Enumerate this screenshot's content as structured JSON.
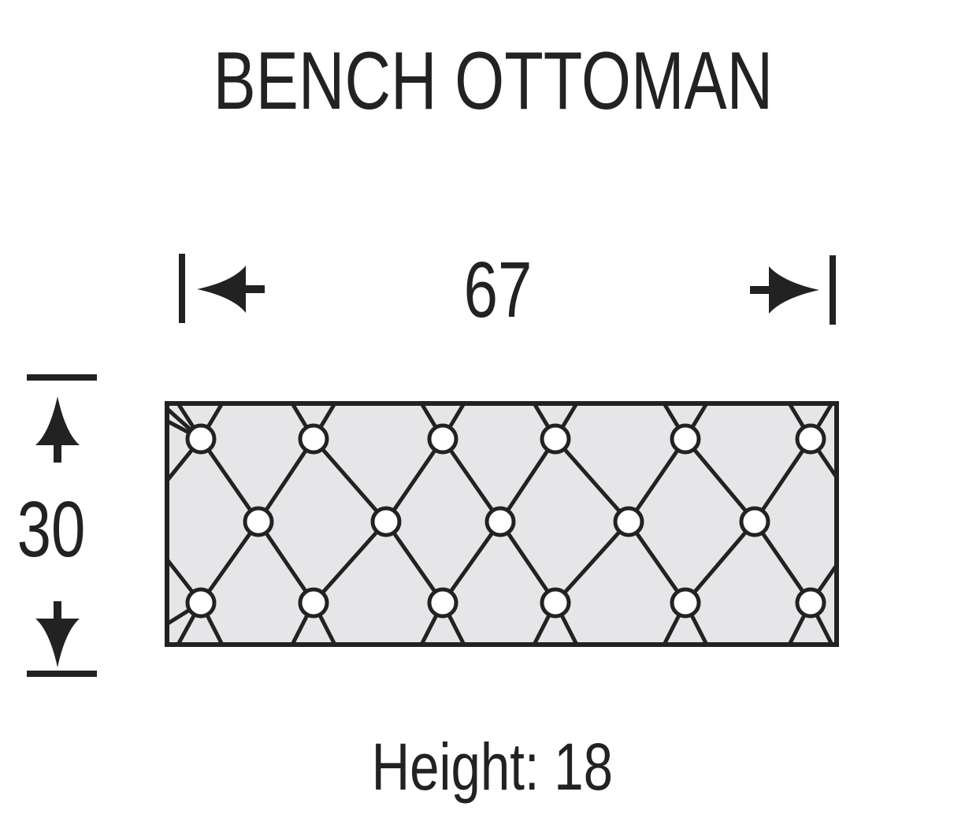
{
  "title": "BENCH OTTOMAN",
  "dimensions": {
    "width": "67",
    "depth": "30",
    "height_label": "Height:",
    "height_value": "18"
  },
  "colors": {
    "ink": "#222222",
    "fill": "#e6e6e8",
    "background": "#ffffff"
  },
  "icons": [
    "arrow-left-icon",
    "arrow-right-icon",
    "arrow-up-icon",
    "arrow-down-icon",
    "button-tuft-icon"
  ]
}
